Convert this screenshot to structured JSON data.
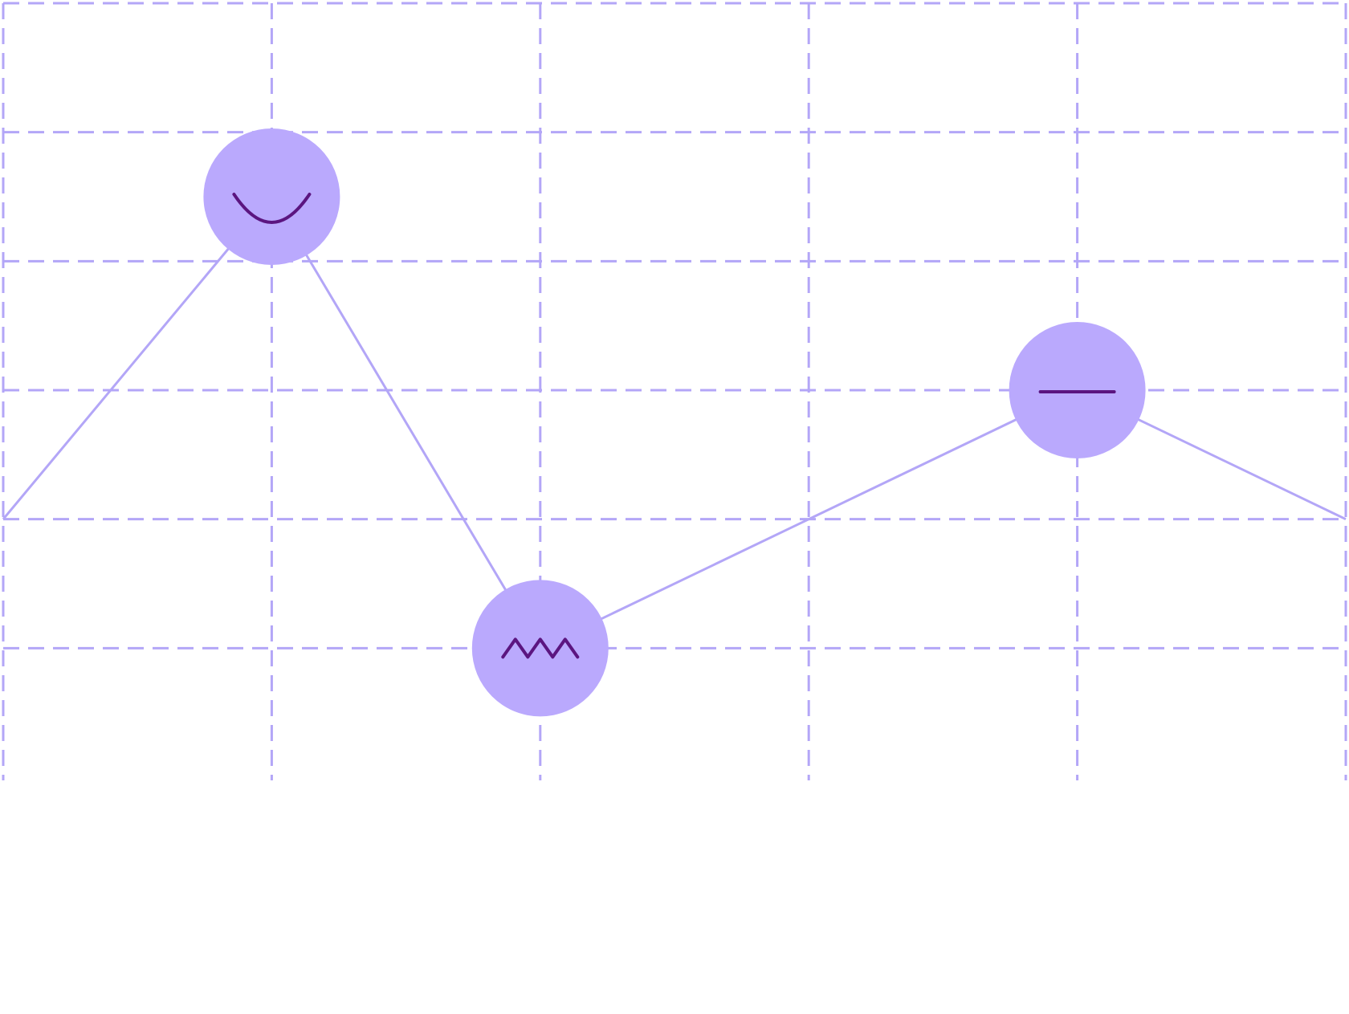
{
  "colors": {
    "grid": "#b3a6f7",
    "line": "#b3a6f7",
    "marker_fill": "#baa9fd",
    "icon_stroke": "#5b1580",
    "background": "#ffffff"
  },
  "chart_data": {
    "type": "line",
    "title": "",
    "xlabel": "",
    "ylabel": "",
    "x": [
      0,
      1,
      2,
      3,
      4,
      5
    ],
    "xlim": [
      0,
      5
    ],
    "ylim": [
      0,
      6
    ],
    "grid": true,
    "legend": "none",
    "series": [
      {
        "values": [
          2,
          4.5,
          1,
          2,
          3,
          2
        ]
      }
    ],
    "markers": [
      {
        "x": 1,
        "y": 4.5,
        "icon": "smile-icon"
      },
      {
        "x": 2,
        "y": 1,
        "icon": "zigzag-icon"
      },
      {
        "x": 4,
        "y": 3,
        "icon": "neutral-icon"
      }
    ]
  }
}
